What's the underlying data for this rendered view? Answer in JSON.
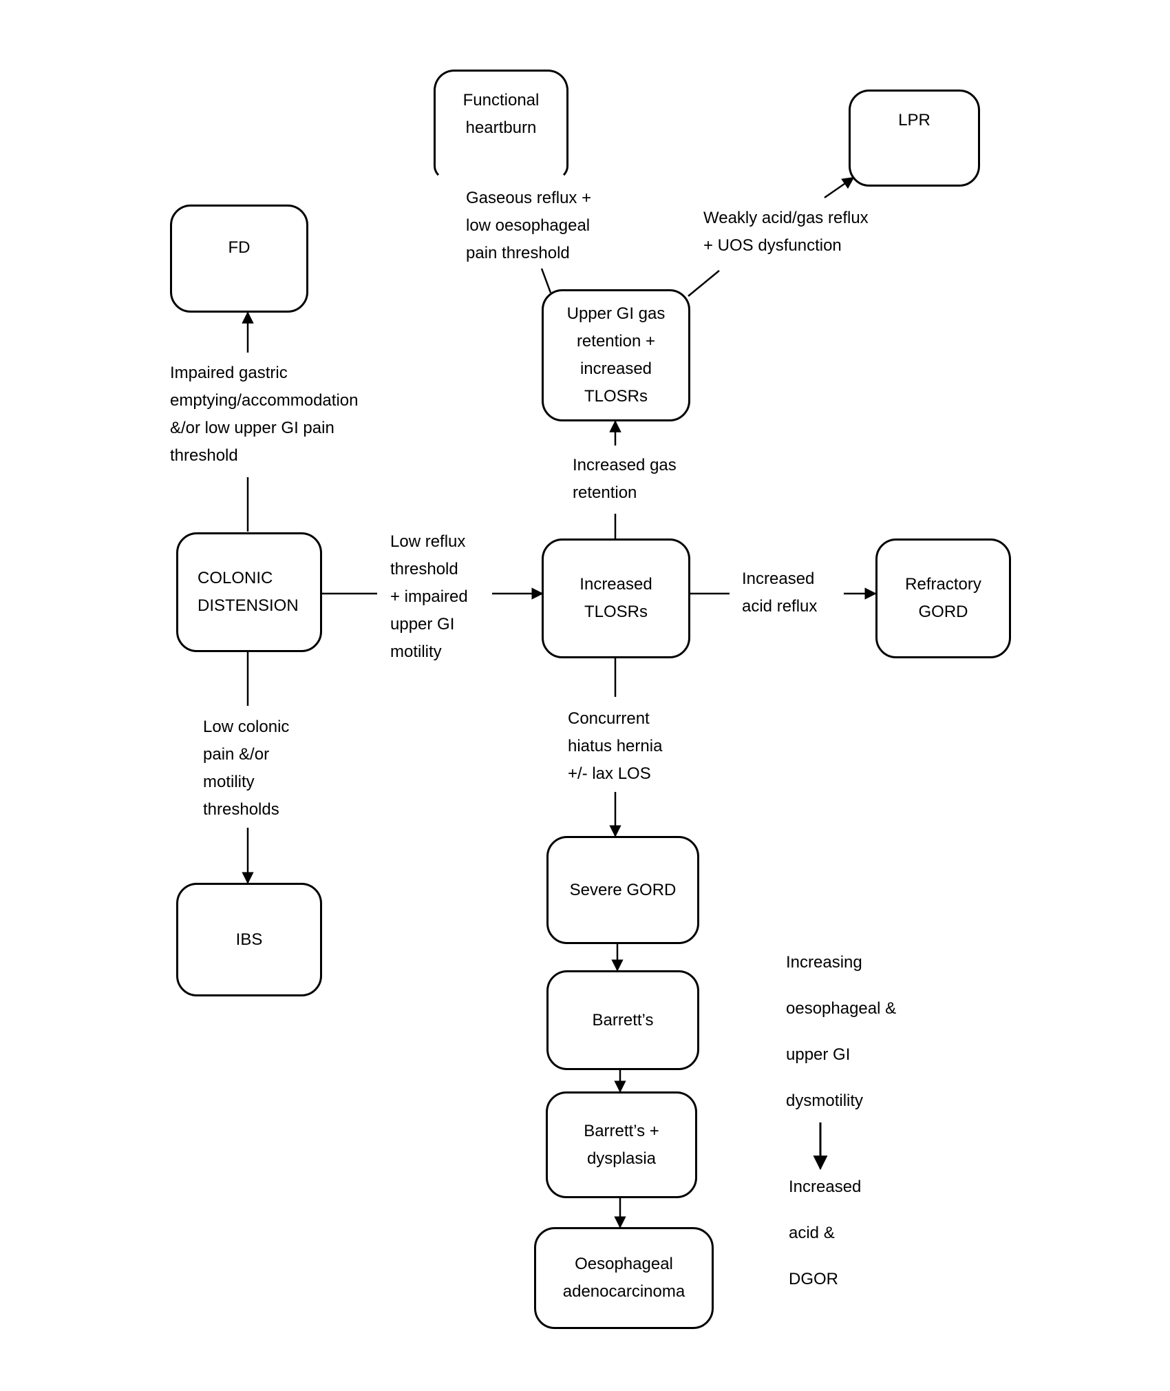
{
  "nodes": {
    "functional_heartburn": "Functional\nheartburn",
    "lpr": "LPR",
    "fd": "FD",
    "upper_gi_gas": "Upper GI gas\nretention +\nincreased\nTLOSRs",
    "colonic_distension": "COLONIC\nDISTENSION",
    "increased_tlosrs": "Increased\nTLOSRs",
    "refractory_gord": "Refractory\nGORD",
    "ibs": "IBS",
    "severe_gord": "Severe GORD",
    "barretts": "Barrett’s",
    "barretts_dysplasia": "Barrett’s +\ndysplasia",
    "oesophageal_adenocarcinoma": "Oesophageal\nadenocarcinoma"
  },
  "edge_labels": {
    "gaseous_reflux": "Gaseous reflux +\nlow oesophageal\npain threshold",
    "weakly_acid": "Weakly acid/gas reflux\n+ UOS dysfunction",
    "impaired_gastric": "Impaired gastric\nemptying/accommodation\n&/or low upper GI pain\nthreshold",
    "increased_gas": "Increased gas\nretention",
    "low_reflux": "Low reflux\nthreshold\n+ impaired\nupper GI\nmotility",
    "increased_acid": "Increased\nacid reflux",
    "low_colonic": "Low colonic\npain &/or\nmotility\nthresholds",
    "concurrent_hiatus": "Concurrent\nhiatus hernia\n+/- lax LOS"
  },
  "side_note": {
    "top": "Increasing\n\noesophageal &\n\nupper GI\n\ndysmotility",
    "bottom": "Increased\n\nacid &\n\nDGOR"
  }
}
